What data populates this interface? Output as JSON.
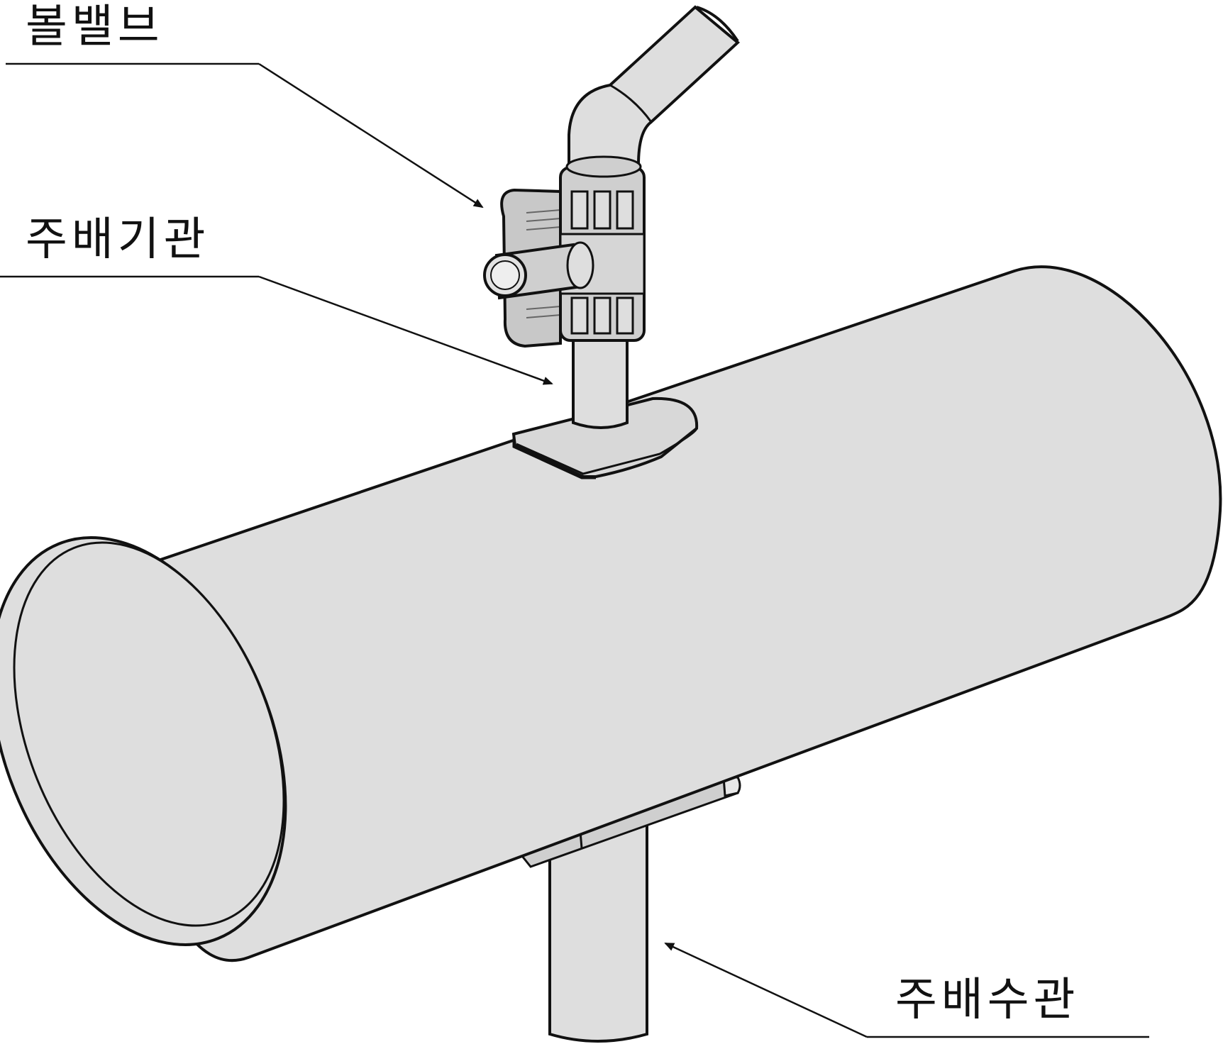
{
  "labels": {
    "ball_valve": "볼밸브",
    "main_vent_pipe": "주배기관",
    "main_drain_pipe": "주배수관"
  },
  "colors": {
    "outline": "#111111",
    "pipe_fill": "#dedede",
    "valve_fill": "#cfcfcf",
    "background": "#ffffff"
  }
}
